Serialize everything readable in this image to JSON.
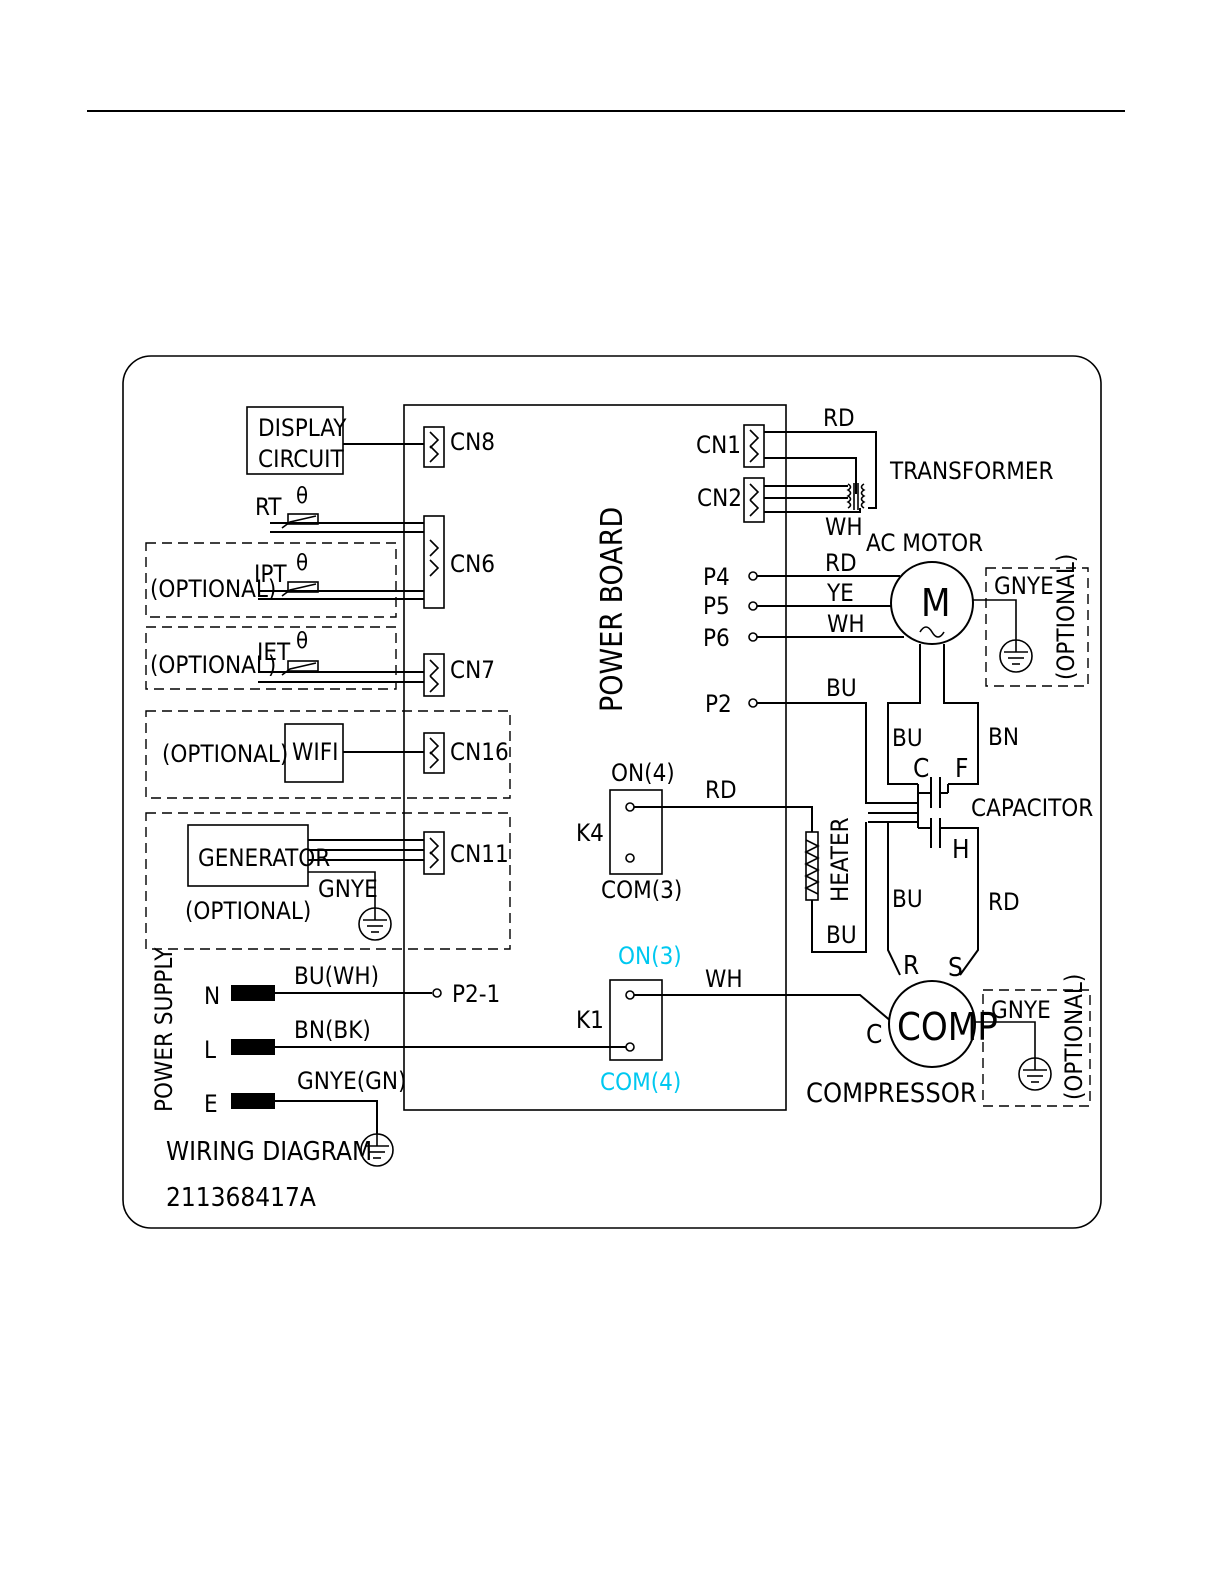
{
  "labels": {
    "display_line1": "DISPLAY",
    "display_line2": "CIRCUIT",
    "cn8": "CN8",
    "rt": "RT",
    "theta": "θ",
    "cn6": "CN6",
    "optional_paren": "(OPTIONAL)",
    "ipt": "IPT",
    "iet": "IET",
    "cn7": "CN7",
    "wifi": "WIFI",
    "cn16": "CN16",
    "generator": "GENERATOR",
    "cn11": "CN11",
    "gnye": "GNYE",
    "power_board": "POWER BOARD",
    "cn1": "CN1",
    "cn2": "CN2",
    "rd": "RD",
    "wh": "WH",
    "ye": "YE",
    "bu": "BU",
    "bn": "BN",
    "transformer": "TRANSFORMER",
    "ac_motor": "AC MOTOR",
    "motor_m": "M",
    "p4": "P4",
    "p5": "P5",
    "p6": "P6",
    "p2": "P2",
    "optional_vertical": "(OPTIONAL)",
    "cap_c": "C",
    "cap_f": "F",
    "cap_h": "H",
    "capacitor": "CAPACITOR",
    "k4": "K4",
    "k4_on": "ON(4)",
    "k4_com": "COM(3)",
    "heater": "HEATER",
    "k1": "K1",
    "k1_on": "ON(3)",
    "k1_com": "COM(4)",
    "comp_r": "R",
    "comp_s": "S",
    "comp_c": "C",
    "comp": "COMP",
    "compressor": "COMPRESSOR",
    "power_supply": "POWER SUPPLY",
    "n": "N",
    "l": "L",
    "e": "E",
    "bu_wh": "BU(WH)",
    "bn_bk": "BN(BK)",
    "gnye_gn": "GNYE(GN)",
    "p2_1": "P2-1",
    "wiring_diagram": "WIRING DIAGRAM",
    "code": "211368417A"
  },
  "colors": {
    "line": "#000000",
    "k1_labels": "#00c8f0"
  }
}
